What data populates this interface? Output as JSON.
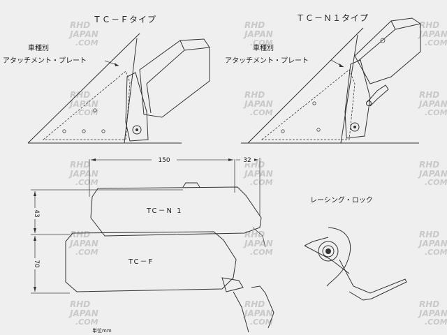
{
  "top_left": {
    "title": "ＴＣ－Ｆタイプ",
    "label_line1": "車種別",
    "label_line2": "アタッチメント・プレート"
  },
  "top_right": {
    "title": "ＴＣ－Ｎ１タイプ",
    "label_line1": "車種別",
    "label_line2": "アタッチメント・プレート"
  },
  "dimensions": {
    "width": "150",
    "extra": "32",
    "height_small": "43",
    "height_large": "70",
    "unit": "単位mm"
  },
  "mirrors": {
    "upper_label": "TC－N 1",
    "lower_label": "TC－F"
  },
  "lock": {
    "label": "レーシング・ロック"
  },
  "watermark": {
    "line1": "RHD",
    "line2": "JAPAN",
    "line3": ".COM"
  },
  "colors": {
    "background": "#efefef",
    "ink": "#333333",
    "watermark": "#c9c9c9"
  }
}
